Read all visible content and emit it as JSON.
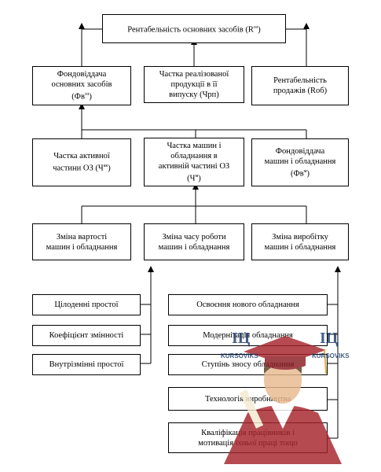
{
  "top": {
    "text": "Рентабельність основних засобів (R",
    "sup": "оз",
    "tail": ")"
  },
  "level1": [
    {
      "lines": [
        "Фондовіддача",
        "основних засобів"
      ],
      "last": "(Фв",
      "sup": "оз",
      "tail": ")"
    },
    {
      "lines": [
        "Частка реалізованої",
        "продукції в її"
      ],
      "last": "випуску (Чрп)",
      "sup": "",
      "tail": ""
    },
    {
      "lines": [
        "Рентабельність",
        "продажів (Rоб)"
      ],
      "last": "",
      "sup": "",
      "tail": ""
    }
  ],
  "level2": [
    {
      "lines": [
        "Частка активної"
      ],
      "last": "частини ОЗ (Ч",
      "sup": "ак",
      "tail": ")"
    },
    {
      "lines": [
        "Частка машин і",
        "обладнання в",
        "активній частині ОЗ"
      ],
      "last": "(Ч",
      "sup": "м",
      "tail": ")"
    },
    {
      "lines": [
        "Фондовіддача",
        "машин і обладнання"
      ],
      "last": "(Фв",
      "sup": "м",
      "tail": ")"
    }
  ],
  "level3": [
    {
      "lines": [
        "Зміна вартості",
        "машин і обладнання"
      ]
    },
    {
      "lines": [
        "Зміна часу роботи",
        "машин і обладнання"
      ]
    },
    {
      "lines": [
        "Зміна виробітку",
        "машин і обладнання"
      ]
    }
  ],
  "left_factors": [
    "Цілоденні простої",
    "Коефіцієнт змінності",
    "Внутрізмінні простої"
  ],
  "right_factors": [
    [
      "Освоєння нового обладнання"
    ],
    [
      "Модернізація обладнання"
    ],
    [
      "Ступінь зносу обладнання"
    ],
    [
      "Технологія виробництва"
    ],
    [
      "Кваліфікація працівників і",
      "мотивація їхньої праці тощо"
    ]
  ],
  "watermark": {
    "logo": "ІЦ",
    "brand": "KURSOVIKS",
    "logo2": "ІЦ",
    "brand2": "KURSOVIKS"
  }
}
